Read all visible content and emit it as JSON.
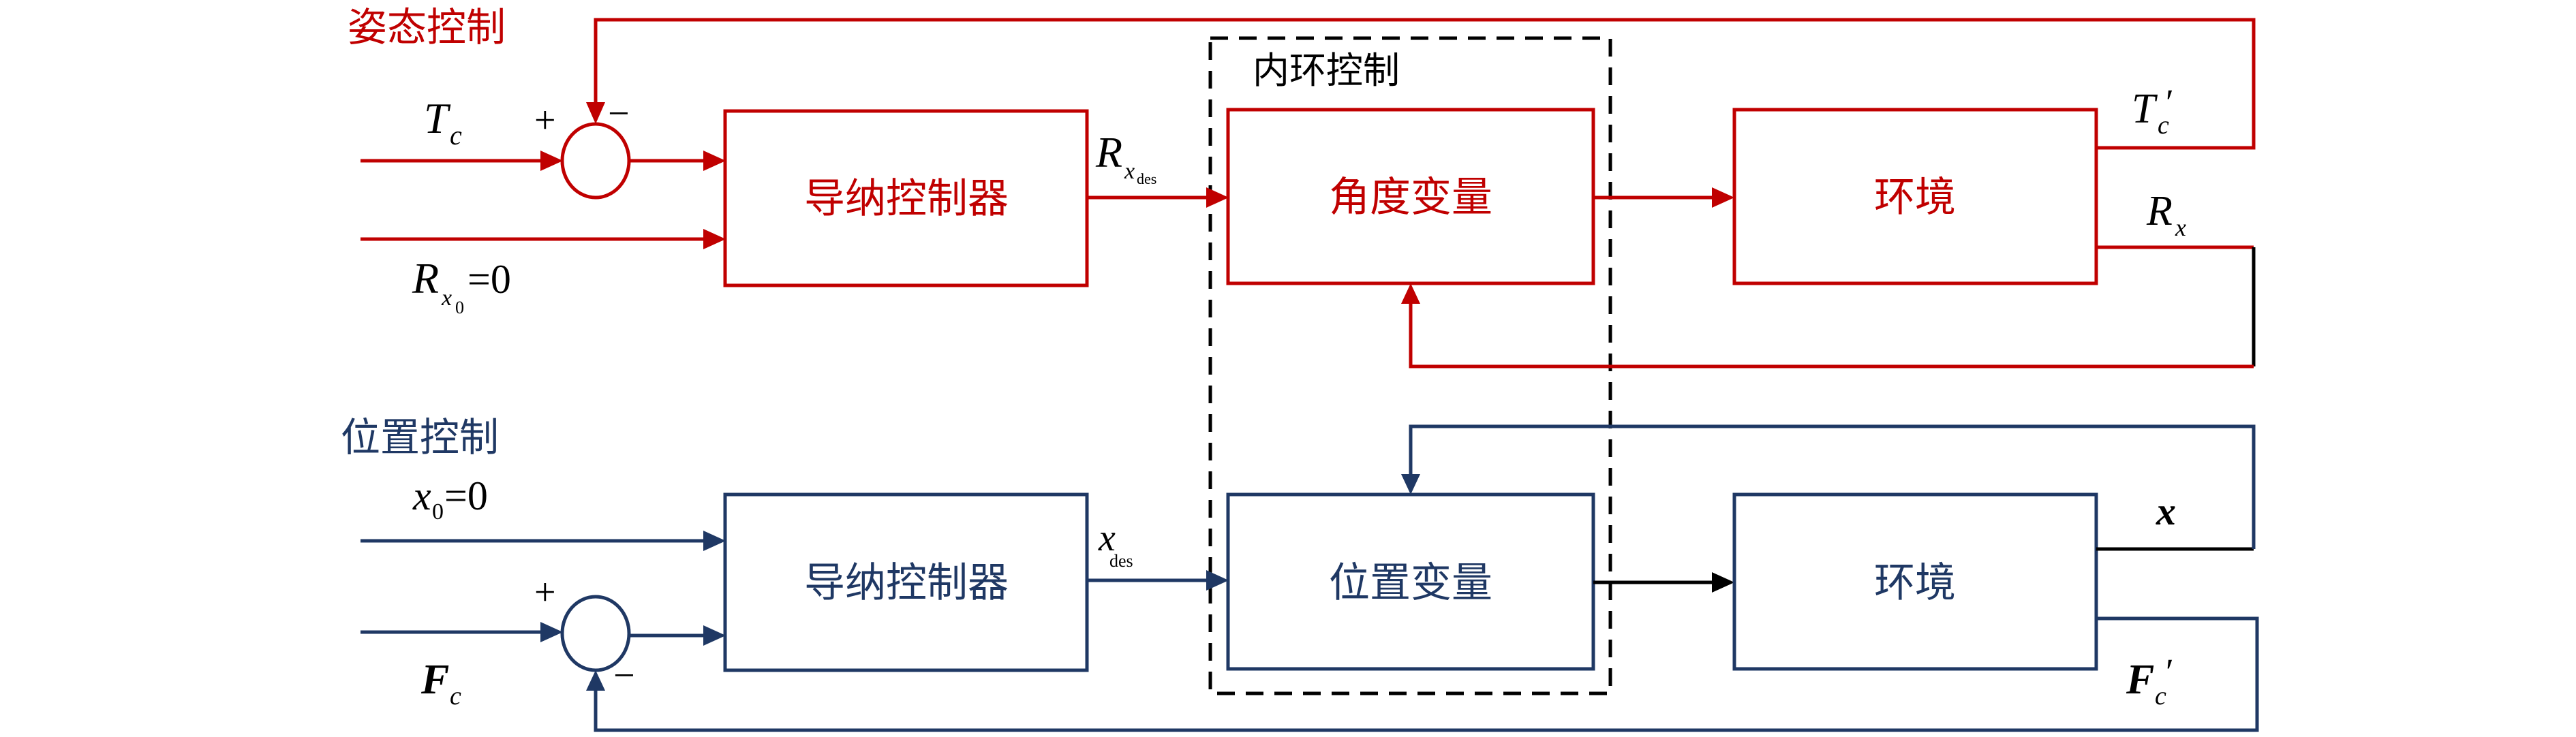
{
  "colors": {
    "attitude": "#c00000",
    "position": "#1f3864",
    "neutral": "#000000",
    "background": "#ffffff"
  },
  "sections": {
    "attitude_title": "姿态控制",
    "position_title": "位置控制",
    "inner_loop_title": "内环控制"
  },
  "attitude": {
    "admittance_controller": "导纳控制器",
    "angle_variable": "角度变量",
    "environment": "环境",
    "input_torque": {
      "main": "T",
      "sub": "c"
    },
    "input_ref": {
      "main": "R",
      "sub": "x",
      "subsub": "0",
      "rest": "=0"
    },
    "desired": {
      "main": "R",
      "sub": "x",
      "subsub": "des"
    },
    "feedback_torque": {
      "main": "T",
      "sub": "c",
      "prime": "′"
    },
    "output_rotation": {
      "main": "R",
      "sub": "x"
    },
    "sum_plus": "+",
    "sum_minus": "−"
  },
  "position": {
    "admittance_controller": "导纳控制器",
    "position_variable": "位置变量",
    "environment": "环境",
    "input_ref": {
      "main": "x",
      "sub": "0",
      "rest": "=0"
    },
    "input_force": {
      "main": "F",
      "sub": "c"
    },
    "desired": {
      "main": "x",
      "sub": "des"
    },
    "output_position": {
      "main": "x"
    },
    "feedback_force": {
      "main": "F",
      "sub": "c",
      "prime": "′"
    },
    "sum_plus": "+",
    "sum_minus": "−"
  }
}
